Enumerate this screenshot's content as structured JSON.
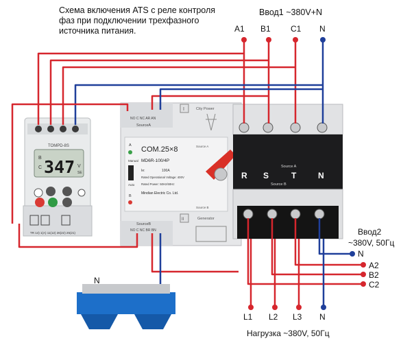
{
  "caption": {
    "line1": "Схема включения ATS с реле контроля",
    "line2": "фаз при подключении трехфазного",
    "line3": "источника питания."
  },
  "input1": {
    "title": "Ввод1 ~380V+N",
    "phases": [
      "A1",
      "B1",
      "C1",
      "N"
    ]
  },
  "input2": {
    "title_line1": "Ввод2",
    "title_line2": "~380V, 50Гц",
    "n": "N",
    "phases": [
      "A2",
      "B2",
      "C2"
    ]
  },
  "load": {
    "title": "Нагрузка ~380V, 50Гц",
    "terminals": [
      "L1",
      "L2",
      "L3",
      "N"
    ]
  },
  "n_bus_label": "N",
  "relay": {
    "model": "TOMPD-8S",
    "display_value": "347",
    "left_letters": [
      "B",
      "C"
    ],
    "right_letters": [
      "V",
      "SE"
    ],
    "bottom_labels": "TR 14) 1(A) 11(12) 26(22) 25(21)"
  },
  "ats": {
    "top_contacts": "NO C NC AR AN",
    "top_title": "SourceA",
    "bottom_title": "SourceB",
    "bottom_contacts": "NO C NC BR BN",
    "model_big": "COM.25×8",
    "model_small": "MD6R-100/4P",
    "rating_ie": "Ie:",
    "rating_current": "100A",
    "rated_voltage": "Rated Operational Voltage: 400V",
    "rated_power": "Rated Power: 50Hz/60Hz",
    "manufacturer": "Mindian Electric Co. Ltd.",
    "city_power": "City Power",
    "generator": "Generator",
    "manual": "Manual",
    "auto": "Auto",
    "source_a_tag": "Source A",
    "source_b_tag": "Source B",
    "panel_a": "A",
    "panel_b": "B",
    "roman_1": "I",
    "roman_2": "II",
    "phase_letters": [
      "R",
      "S",
      "T",
      "N"
    ],
    "inner_source_a": "Source A",
    "inner_source_b": "Source B"
  },
  "colors": {
    "phase_wire": "#d6262d",
    "neutral_wire": "#1f3f9a",
    "bus_blue": "#1d6fc9",
    "lcd": "#c9d3c7"
  }
}
